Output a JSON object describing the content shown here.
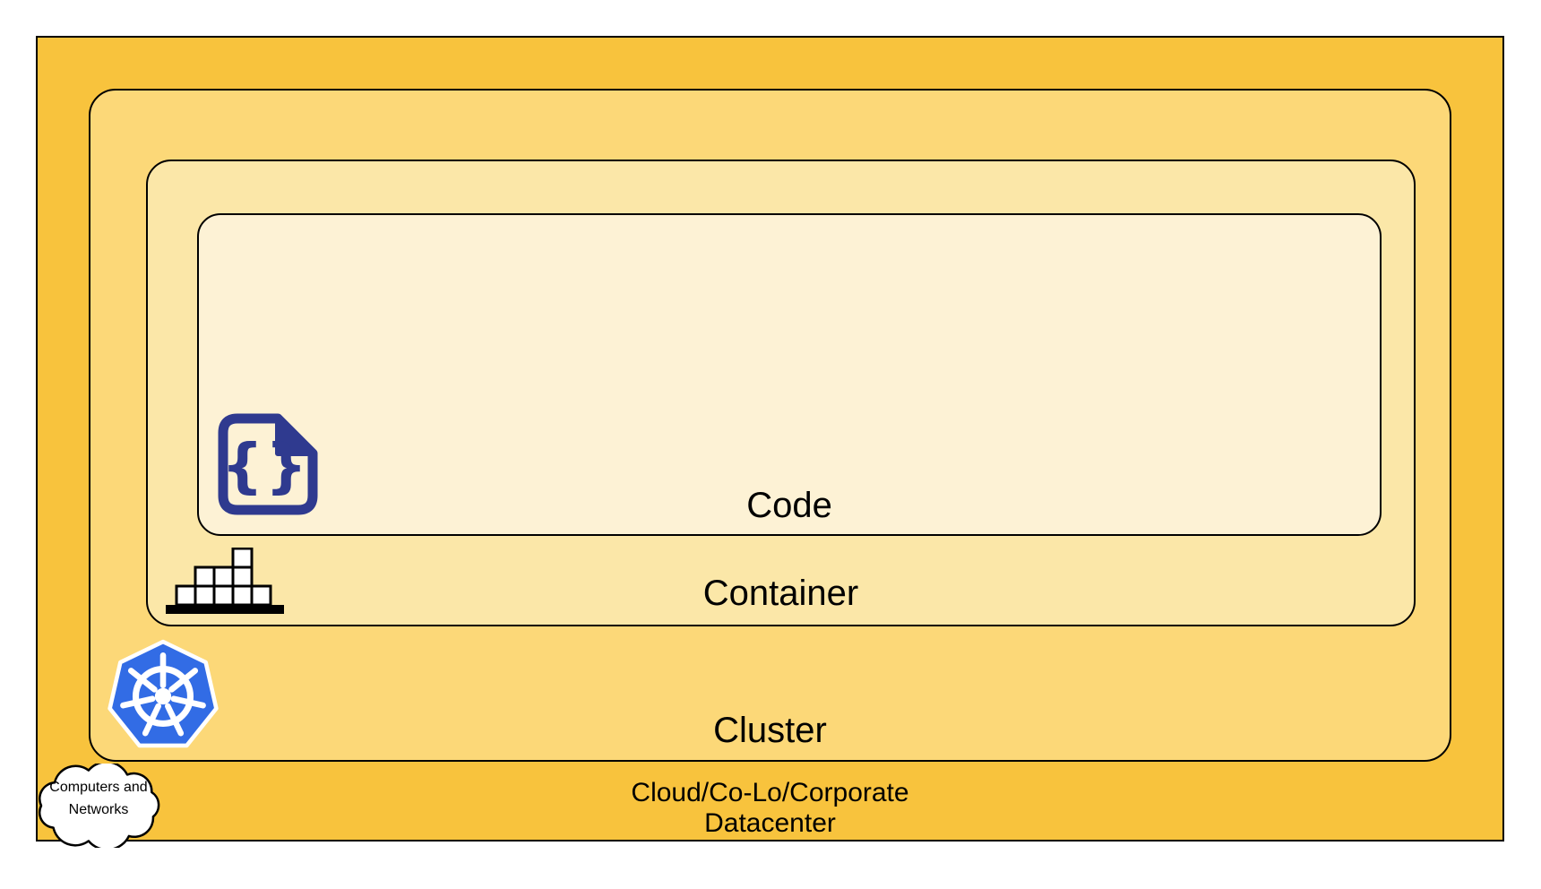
{
  "layers": {
    "code": {
      "label": "Code",
      "fill": "#FDF2D5"
    },
    "container": {
      "label": "Container",
      "fill": "#FBE7A8"
    },
    "cluster": {
      "label": "Cluster",
      "fill": "#FCD878"
    },
    "datacenter": {
      "label_line1": "Cloud/Co-Lo/Corporate",
      "label_line2": "Datacenter",
      "fill": "#F8C33D"
    }
  },
  "cloud_callout": {
    "line1": "Computers and",
    "line2": "Networks",
    "fill": "#FFFFFF"
  },
  "icons": {
    "code_braces": "{}",
    "code_file": "code-file-icon",
    "container_stack": "container-stack-icon",
    "kubernetes": "kubernetes-helm-icon",
    "cloud": "cloud-callout-icon"
  },
  "colors": {
    "border": "#000000",
    "text": "#000000",
    "kubernetes_blue": "#326CE5",
    "code_icon_indigo": "#2F3A8F",
    "brick_fill": "#FFFFFF"
  }
}
